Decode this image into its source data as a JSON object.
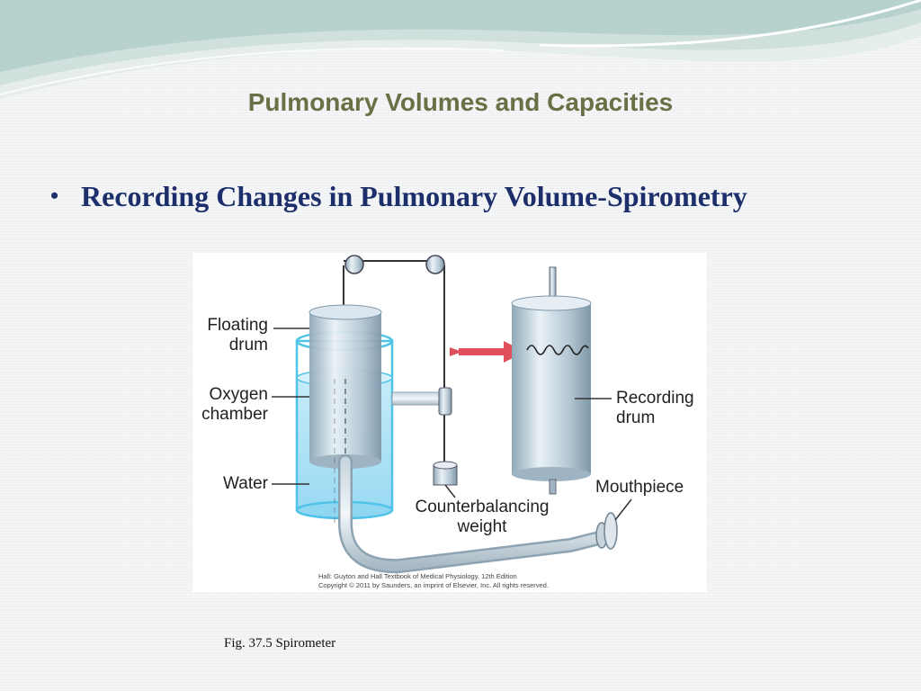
{
  "slide": {
    "title": "Pulmonary Volumes and Capacities",
    "bullet": "Recording Changes in Pulmonary Volume-Spirometry",
    "bullet_marker": "•",
    "caption": "Fig. 37.5  Spirometer"
  },
  "figure": {
    "labels": {
      "floating_drum": [
        "Floating",
        "drum"
      ],
      "oxygen_chamber": [
        "Oxygen",
        "chamber"
      ],
      "water": "Water",
      "counterbalancing_weight": [
        "Counterbalancing",
        "weight"
      ],
      "recording_drum": [
        "Recording",
        "drum"
      ],
      "mouthpiece": "Mouthpiece"
    },
    "credit": [
      "Hall: Guyton and Hall Textbook of Medical Physiology, 12th Edition",
      "Copyright © 2011 by Saunders, an imprint of Elsevier, Inc. All rights reserved."
    ]
  },
  "colors": {
    "title": "#6b6f45",
    "bullet_text": "#1c2f6b",
    "water_blue": "#4fc3e8",
    "arrow_red": "#e0505a",
    "header_teal": "#a9c9c4"
  }
}
